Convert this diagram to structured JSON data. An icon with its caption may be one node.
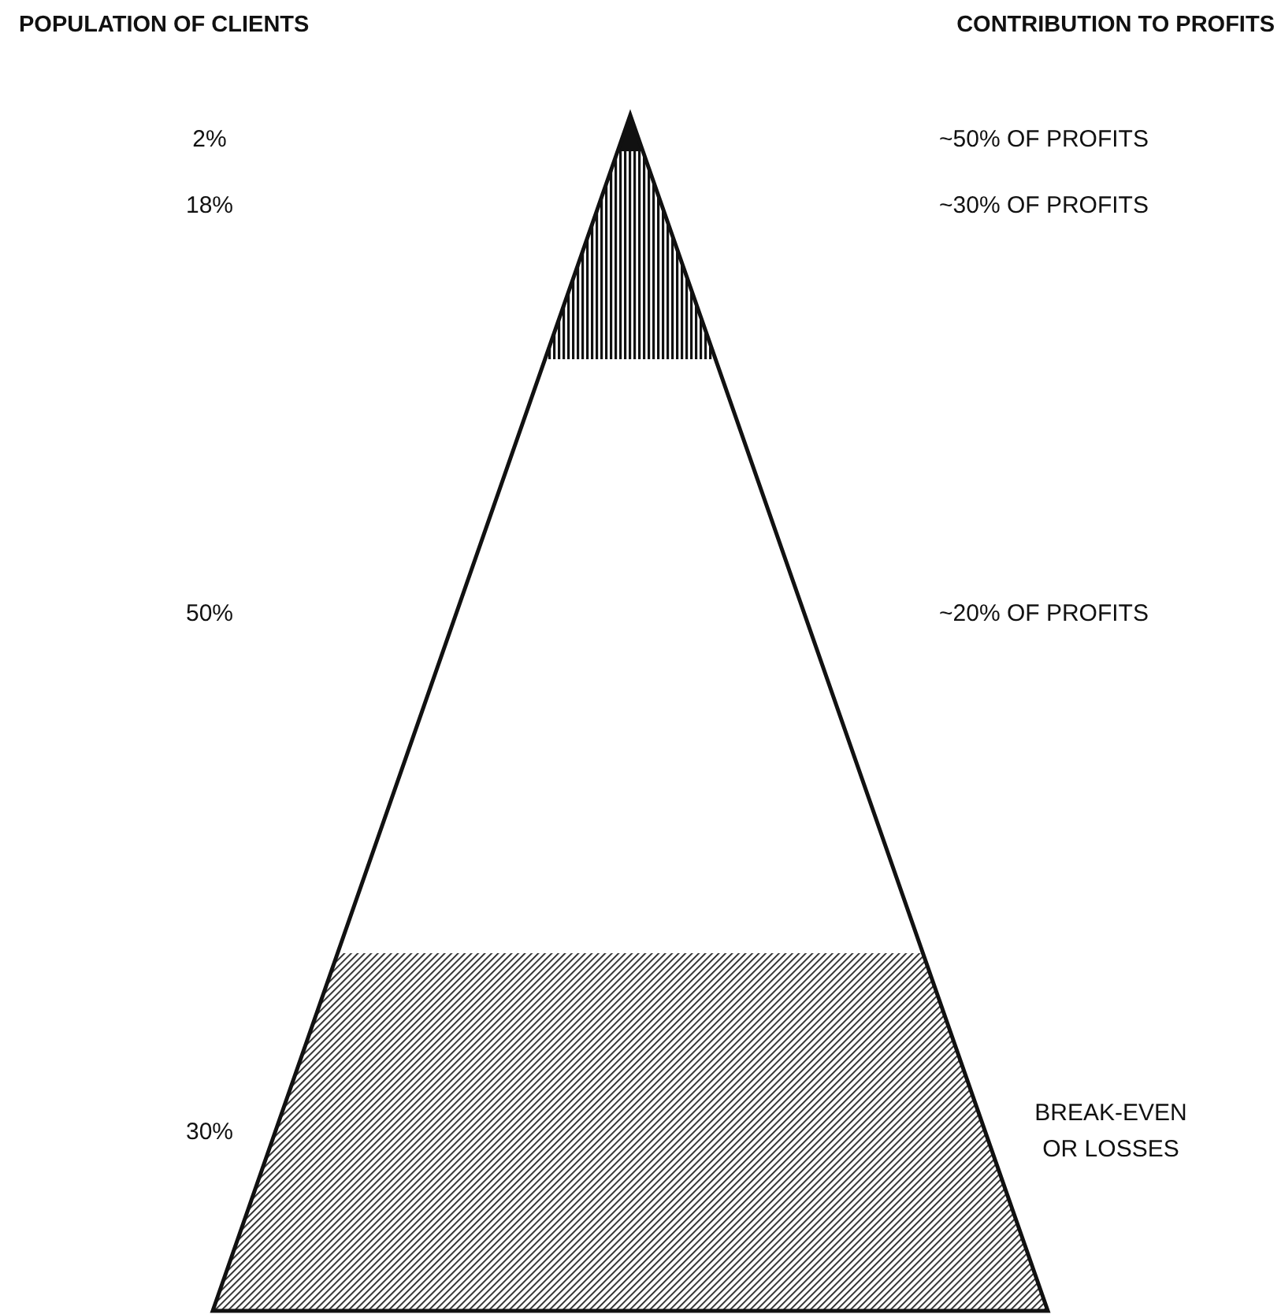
{
  "diagram": {
    "labels": [
      "POPULATION OF CLIENTS",
      "CONTRIBUTION TO PROFITS",
      "2%",
      "~50% OF PROFITS",
      "18%",
      "~30% OF PROFITS",
      "50%",
      "~20% OF PROFITS",
      "30%",
      "BREAK-EVEN OR LOSSES"
    ]
  }
}
